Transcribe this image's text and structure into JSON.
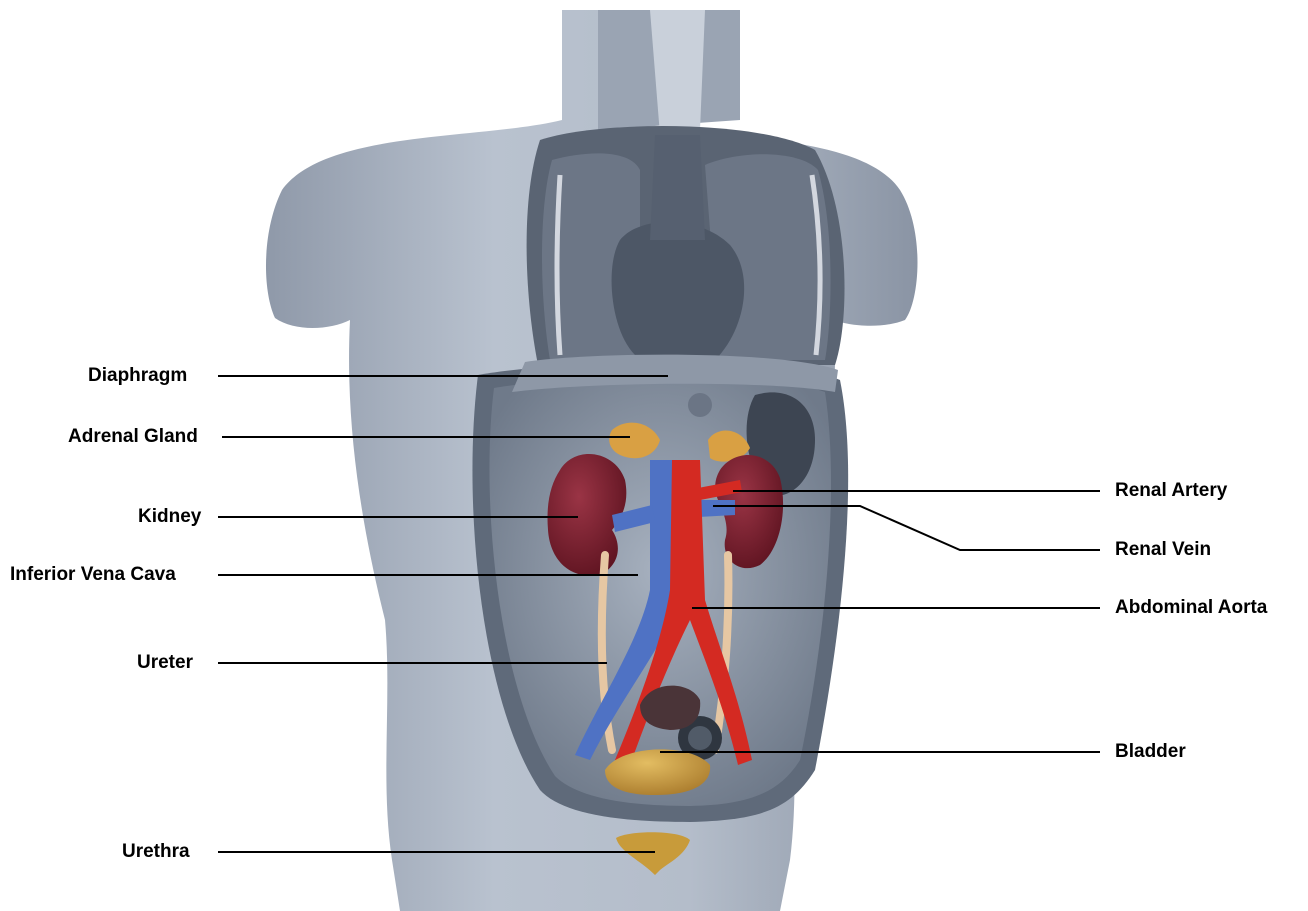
{
  "labels": {
    "diaphragm": "Diaphragm",
    "adrenal_gland": "Adrenal Gland",
    "kidney": "Kidney",
    "inferior_vena_cava": "Inferior Vena Cava",
    "ureter": "Ureter",
    "urethra": "Urethra",
    "renal_artery": "Renal Artery",
    "renal_vein": "Renal Vein",
    "abdominal_aorta": "Abdominal Aorta",
    "bladder": "Bladder"
  },
  "colors": {
    "skin": "#a9b3c2",
    "skin_dark": "#7f8a9b",
    "cavity_wall": "#5e6979",
    "cavity_inner": "#98a3b2",
    "lung": "#6a7483",
    "heart": "#4f5967",
    "kidney": "#7a1f2e",
    "adrenal": "#d9a043",
    "aorta": "#d42a22",
    "vena_cava": "#4f72c4",
    "ureter": "#e6c7a3",
    "bladder": "#c89b3a",
    "line": "#000000"
  }
}
